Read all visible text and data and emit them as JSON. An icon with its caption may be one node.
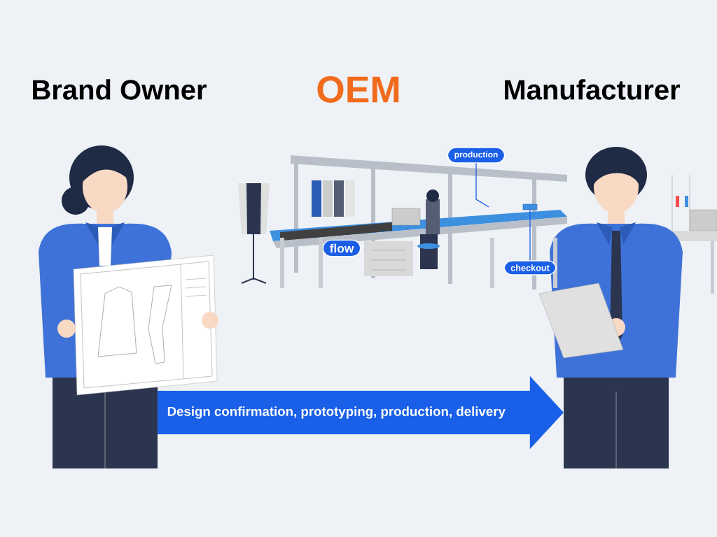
{
  "diagram": {
    "title": "OEM",
    "nodes": [
      {
        "text": [
          "Brand Owner"
        ]
      },
      {
        "text": [
          "Manufacturer"
        ]
      },
      {
        "text": [],
        "shape": "picture"
      },
      {
        "text": [
          "flow"
        ],
        "in": 2
      },
      {
        "text": [
          "production"
        ],
        "in": 2
      },
      {
        "text": [
          "checkout"
        ]
      },
      {
        "text": [],
        "shape": "bar"
      }
    ],
    "edges": [
      {
        "from": 0,
        "to": 1,
        "arrow": "to",
        "label": "Design confirmation, prototyping, production, delivery",
        "style": "thick",
        "color": "#1a5fe8"
      },
      {
        "from": 4,
        "to": null,
        "arrow": "none"
      },
      {
        "from": 5,
        "to": 6,
        "arrow": "none"
      }
    ]
  }
}
